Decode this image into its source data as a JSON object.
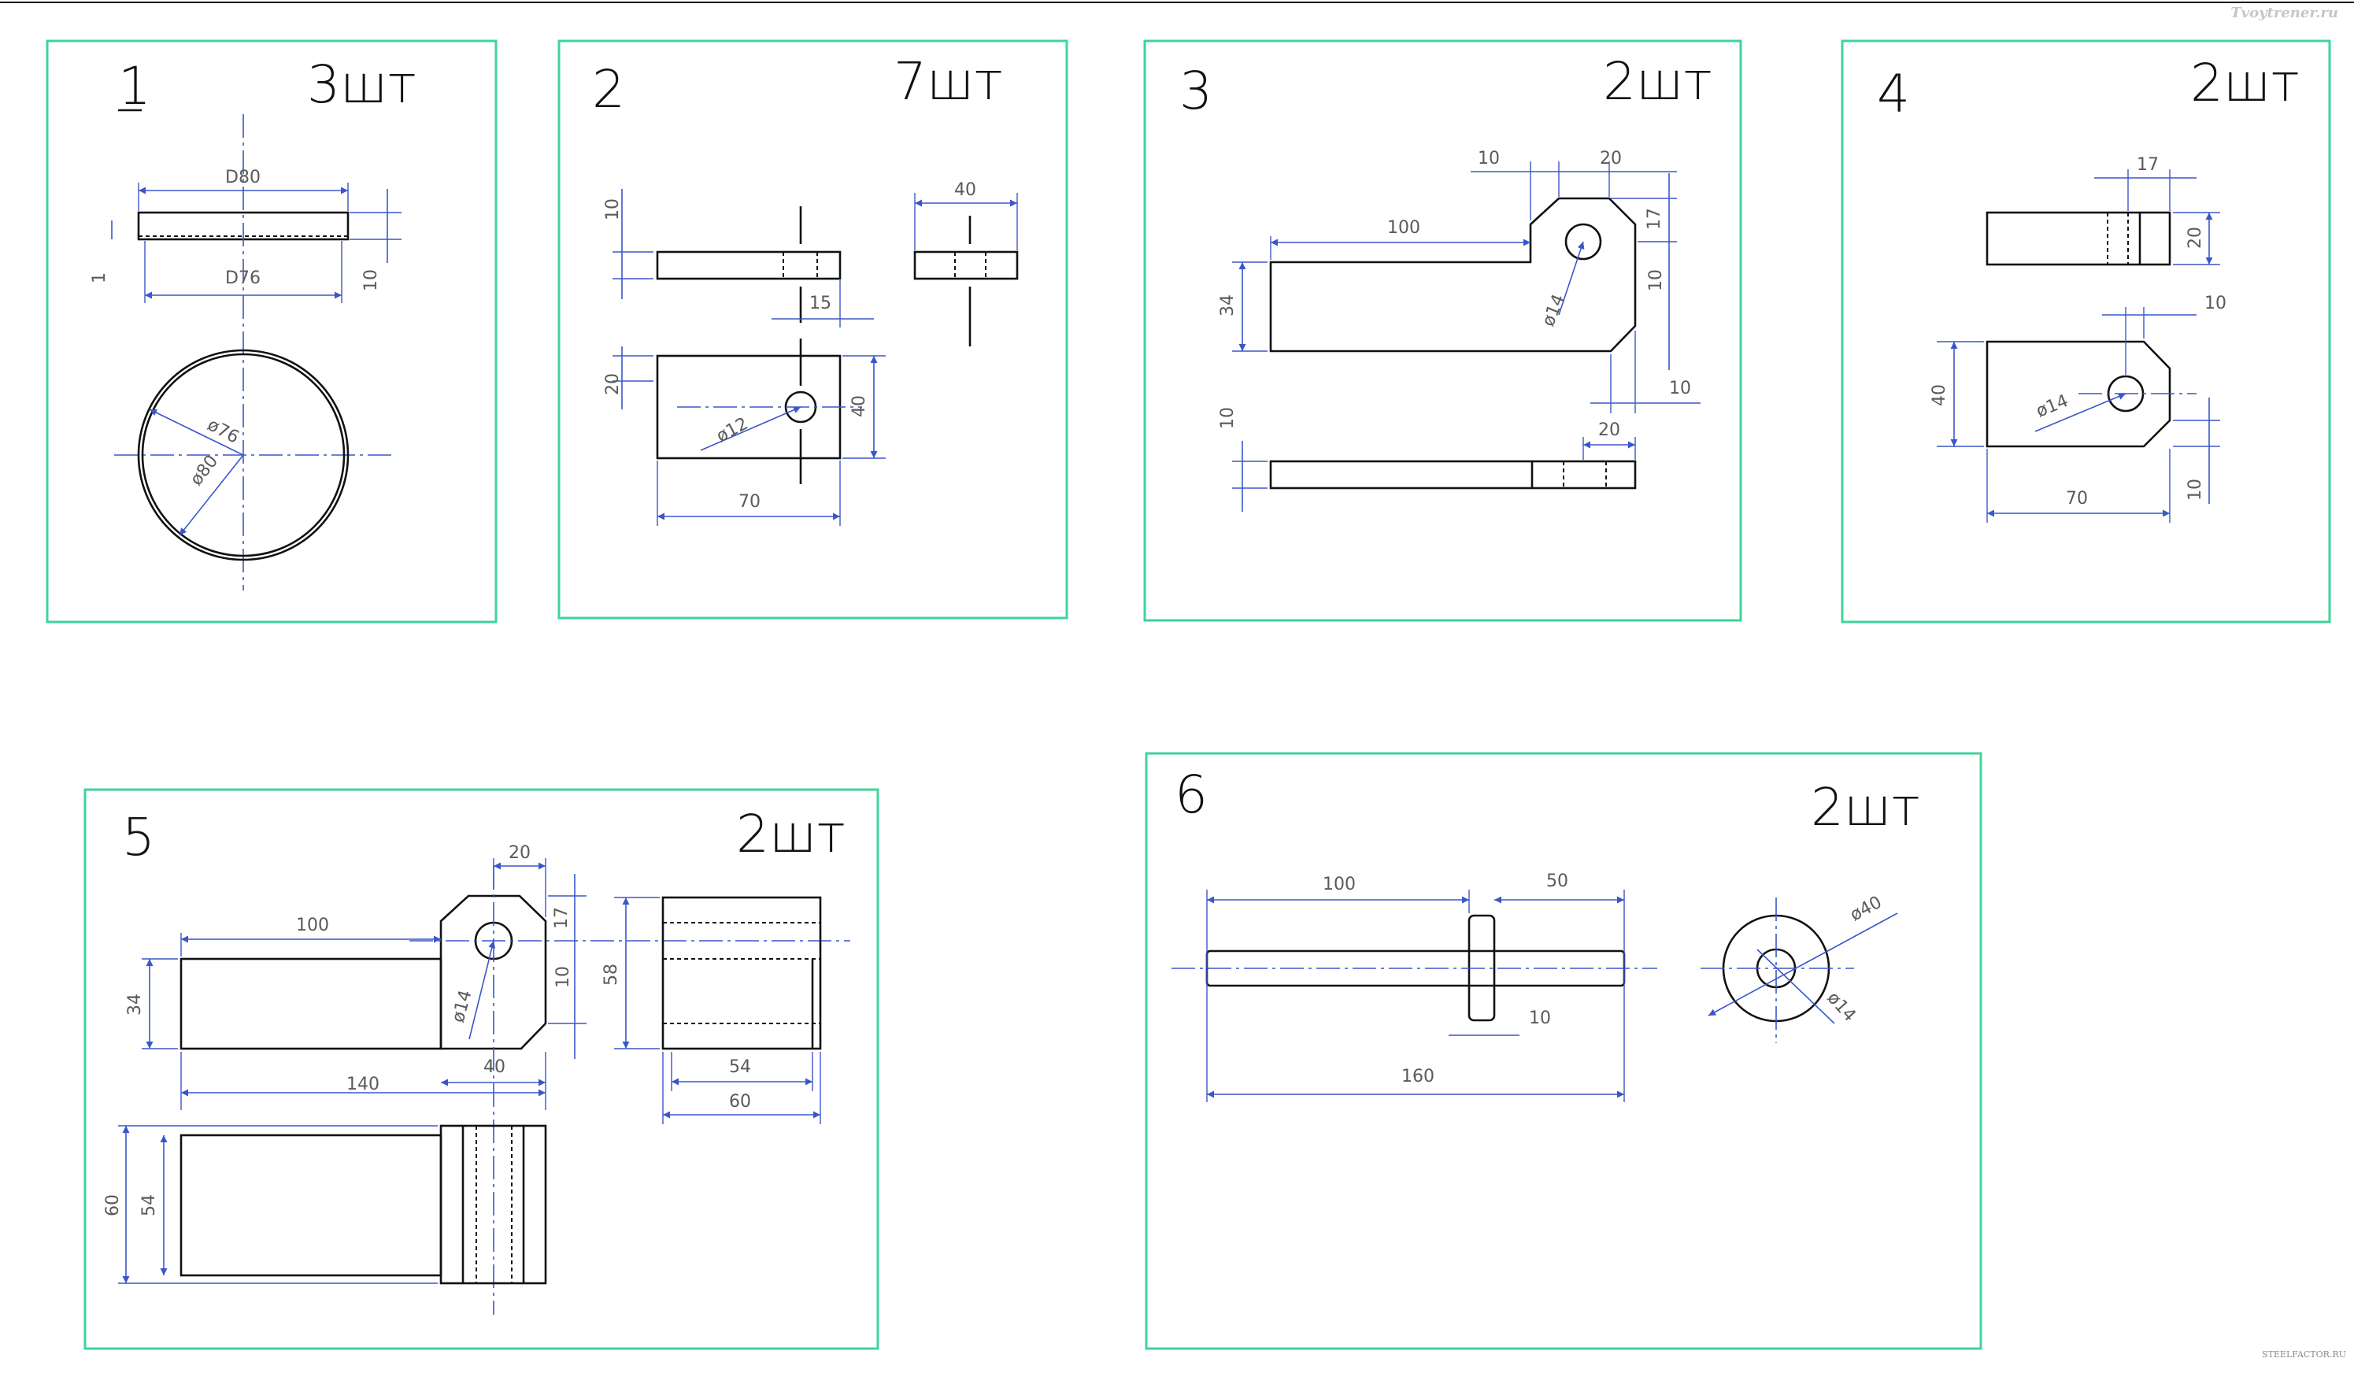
{
  "watermark_top": "Tvoytrener.ru",
  "watermark_bottom": "STEELFACTOR.RU",
  "panels": [
    {
      "number": "1",
      "quantity": "3шт",
      "dims": {
        "outer_width": "D80",
        "inner_width": "D76",
        "thickness_left": "1",
        "thickness_right": "10",
        "inner_dia": "ø76",
        "outer_dia": "ø80"
      }
    },
    {
      "number": "2",
      "quantity": "7шт",
      "dims": {
        "height": "10",
        "side_width": "40",
        "offset": "15",
        "width": "20",
        "hole": "ø12",
        "depth": "40",
        "length": "70"
      }
    },
    {
      "number": "3",
      "quantity": "2шт",
      "dims": {
        "top_10": "10",
        "top_20": "20",
        "length": "100",
        "right_17": "17",
        "height": "34",
        "hole": "ø14",
        "right_10a": "10",
        "bottom_10": "10",
        "thick": "10",
        "bottom_20": "20"
      }
    },
    {
      "number": "4",
      "quantity": "2шт",
      "dims": {
        "top_17": "17",
        "height_20": "20",
        "chamfer_10": "10",
        "height_40": "40",
        "hole": "ø14",
        "length": "70",
        "right_10": "10"
      }
    },
    {
      "number": "5",
      "quantity": "2шт",
      "dims": {
        "top_20": "20",
        "length_100": "100",
        "right_17": "17",
        "height_58": "58",
        "height_34": "34",
        "hole": "ø14",
        "right_10": "10",
        "length_140": "140",
        "width_40": "40",
        "side_54": "54",
        "side_60": "60",
        "bottom_60": "60",
        "bottom_54": "54"
      }
    },
    {
      "number": "6",
      "quantity": "2шт",
      "dims": {
        "length_100": "100",
        "length_50": "50",
        "dia_40": "ø40",
        "dia_14": "ø14",
        "flange_10": "10",
        "total_160": "160"
      }
    }
  ]
}
